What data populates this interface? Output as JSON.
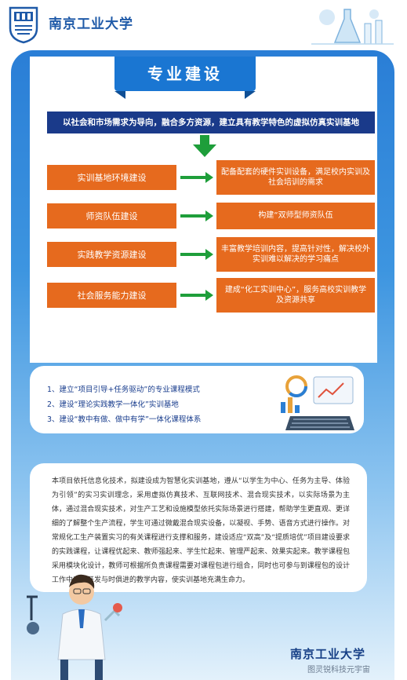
{
  "header": {
    "university_name": "南京工业大学",
    "logo_icon": "university-seal-icon"
  },
  "section_title": "专业建设",
  "top_banner": "以社会和市场需求为导向，融合多方资源，建立具有教学特色的虚拟仿真实训基地",
  "rows": [
    {
      "left": "实训基地环境建设",
      "right": "配备配套的硬件实训设备，满足校内实训及社会培训的需求"
    },
    {
      "left": "师资队伍建设",
      "right": "构建“双师型师资队伍"
    },
    {
      "left": "实践教学资源建设",
      "right": "丰富教学培训内容，提高针对性，解决校外实训难以解决的学习痛点"
    },
    {
      "left": "社会服务能力建设",
      "right": "建成“化工实训中心”，服务高校实训教学及资源共享"
    }
  ],
  "advantages": {
    "title": "三大优势",
    "items": [
      "1、建立“项目引导+任务驱动”的专业课程模式",
      "2、建设“理论实践教学一体化”实训基地",
      "3、建设“教中有做、做中有学”一体化课程体系"
    ]
  },
  "description": "本项目依托信息化技术，拟建设成为智慧化实训基地，遵从“以学生为中心、任务为主导、体验为引领”的实习实训理念，采用虚拟仿真技术、互联网技术、混合现实技术，以实际场景为主体，通过混合现实技术，对生产工艺和设施模型依托实际场景进行搭建，帮助学生更直观、更详细的了解整个生产流程，学生可通过微戴混合现实设备，以凝视、手势、语音方式进行操作。对常规化工生产装置实习的有关课程进行支撑和服务，建设适应“双高”及“提质培优”项目建设要求的实践课程，让课程优起来、教师强起来、学生忙起来、管理严起来、效果实起来。教学课程包采用模块化设计，教师可根据所负责课程需要对课程包进行组合，同时也可参与到课程包的设计工作中来，开发与时俱进的教学内容，使实训基地充满生命力。",
  "footer": {
    "university_name": "南京工业大学",
    "watermark": "图灵锐科技元宇宙"
  },
  "colors": {
    "primary_blue": "#1a76d2",
    "dark_blue": "#1a3a8a",
    "orange": "#e66a1e",
    "green": "#1e9e3a"
  }
}
